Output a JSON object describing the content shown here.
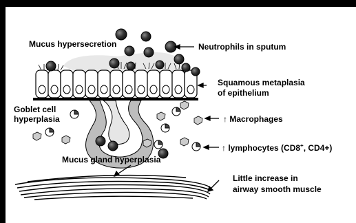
{
  "labels": {
    "mucus_hypersecretion": "Mucus hypersecretion",
    "neutrophils": "Neutrophils in sputum",
    "squamous_line1": "Squamous metaplasia",
    "squamous_line2": "of epithelium",
    "goblet_line1": "Goblet cell",
    "goblet_line2": "hyperplasia",
    "macrophages": "↑ Macrophages",
    "lymphocytes_prefix": "↑ lymphocytes (CD8",
    "lymphocytes_sup": "+",
    "lymphocytes_suffix": ", CD4+)",
    "mucus_gland": "Mucus gland hyperplasia",
    "smooth_line1": "Little increase in",
    "smooth_line2": "airway smooth muscle"
  },
  "colors": {
    "background": "#ffffff",
    "frame": "#000000",
    "cell_dark": "#3a3a3a",
    "gland": "#bdbdbd",
    "mucus_blob": "#e6e6e6"
  }
}
